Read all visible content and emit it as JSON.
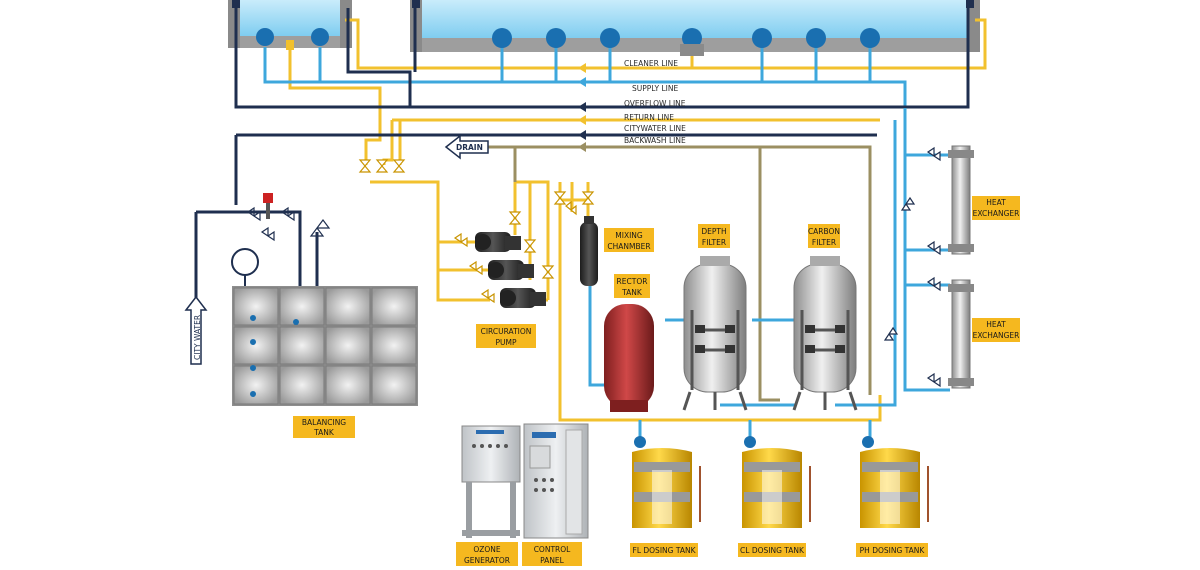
{
  "pipe_lines": {
    "cleaner": "CLEANER LINE",
    "supply": "SUPPLY LINE",
    "overflow": "OVERFLOW LINE",
    "return": "RETURN LINE",
    "citywater": "CITYWATER LINE",
    "backwash": "BACKWASH LINE"
  },
  "drain_label": "DRAIN",
  "city_water_label": "CITY WATER",
  "equipment": {
    "balancing_tank": [
      "BALANCING",
      "TANK"
    ],
    "circulation_pump": [
      "CIRCURATION",
      "PUMP"
    ],
    "mixing_chamber": [
      "MIXING",
      "CHANMBER"
    ],
    "reactor_tank": [
      "RECTOR",
      "TANK"
    ],
    "depth_filter": [
      "DEPTH",
      "FILTER"
    ],
    "carbon_filter": [
      "CARBON",
      "FILTER"
    ],
    "heat_exchanger_1": [
      "HEAT",
      "EXCHANGER"
    ],
    "heat_exchanger_2": [
      "HEAT",
      "EXCHANGER"
    ],
    "ozone_generator": [
      "OZONE",
      "GENERATOR"
    ],
    "control_panel": [
      "CONTROL",
      "PANEL"
    ],
    "fl_dosing_tank": "FL DOSING TANK",
    "cl_dosing_tank": "CL DOSING TANK",
    "ph_dosing_tank": "PH  DOSING TANK"
  },
  "colors": {
    "cleaner": "#f2c12e",
    "supply": "#3ea7dc",
    "overflow": "#1f2f4f",
    "citywater": "#1f2f4f",
    "backwash": "#9b8f62",
    "label_bg": "#f5b81f",
    "pool_water": "#8fd3f2"
  }
}
